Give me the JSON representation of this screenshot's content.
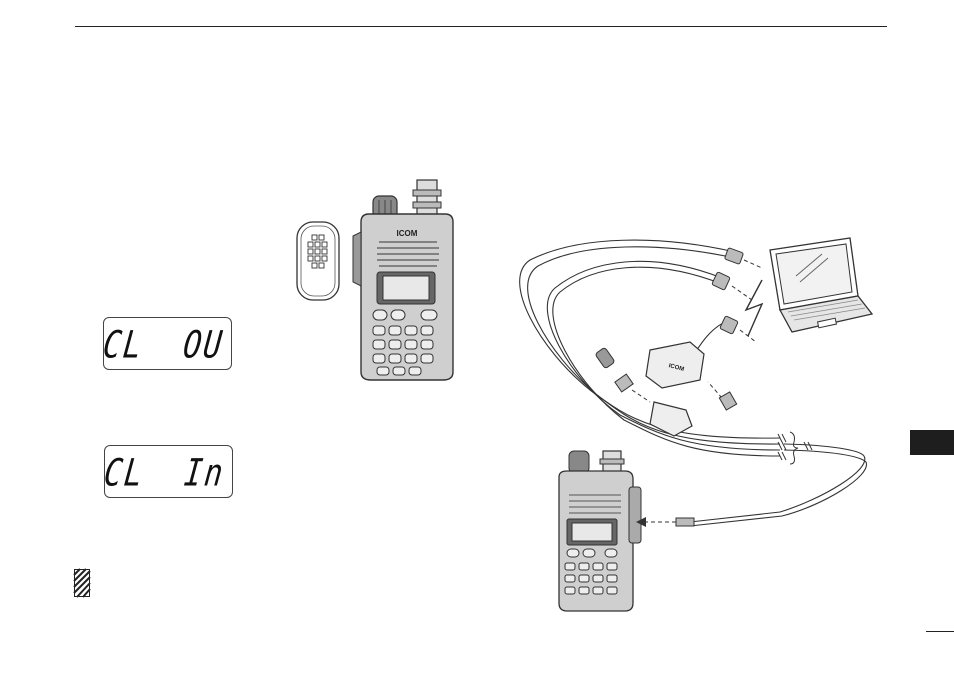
{
  "page": {
    "background": "#ffffff",
    "accent": "#1e1e1e"
  },
  "displays": {
    "clone_out": "CL  OU",
    "clone_in": "CL  In"
  },
  "logos": {
    "brand": "ICOM"
  },
  "icons": {
    "note": "hatched-note-icon",
    "remote_card": "remote-keypad-card-icon",
    "radio_top": "handheld-transceiver-icon",
    "radio_bottom": "handheld-transceiver-icon",
    "laptop": "laptop-computer-icon",
    "adapter": "usb-adapter-box-icon",
    "filter": "cable-filter-icon"
  }
}
